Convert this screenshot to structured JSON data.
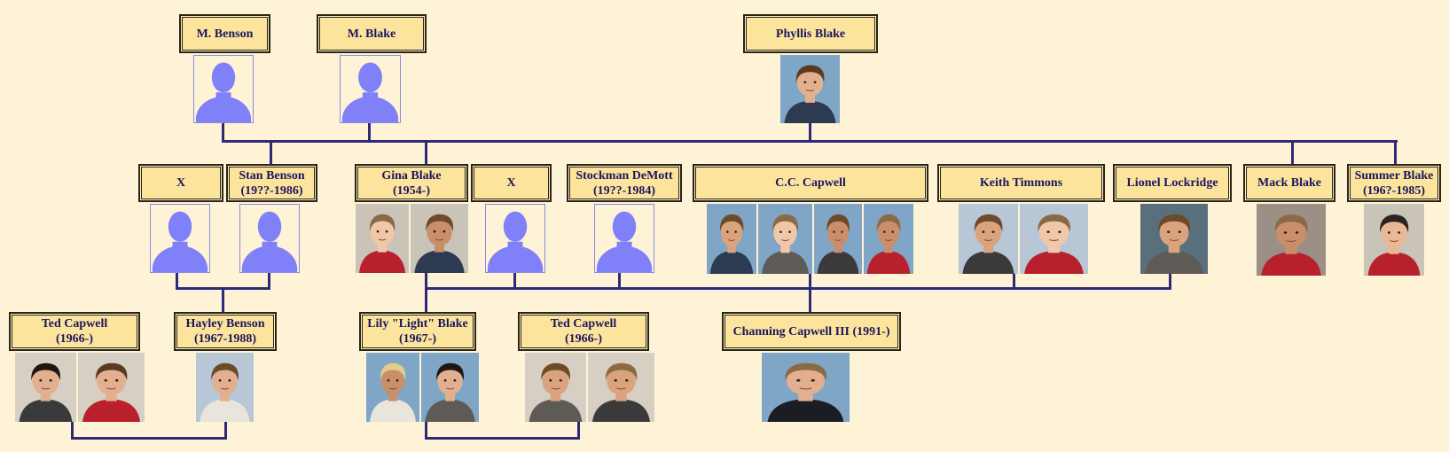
{
  "generations": [
    [
      {
        "key": "m-benson",
        "name": "M. Benson",
        "dates": "",
        "photo": "silhouette"
      },
      {
        "key": "m-blake",
        "name": "M. Blake",
        "dates": "",
        "photo": "silhouette"
      },
      {
        "key": "phyllis-blake",
        "name": "Phyllis Blake",
        "dates": "",
        "photo": "portrait"
      }
    ],
    [
      {
        "key": "x-1",
        "name": "X",
        "dates": "",
        "photo": "silhouette"
      },
      {
        "key": "stan-benson",
        "name": "Stan Benson",
        "dates": "(19??-1986)",
        "photo": "silhouette"
      },
      {
        "key": "gina-blake",
        "name": "Gina Blake",
        "dates": "(1954-)",
        "photo": "portraits"
      },
      {
        "key": "x-2",
        "name": "X",
        "dates": "",
        "photo": "silhouette"
      },
      {
        "key": "stockman-demott",
        "name": "Stockman DeMott",
        "dates": "(19??-1984)",
        "photo": "silhouette"
      },
      {
        "key": "cc-capwell",
        "name": "C.C. Capwell",
        "dates": "",
        "photo": "portraits"
      },
      {
        "key": "keith-timmons",
        "name": "Keith Timmons",
        "dates": "",
        "photo": "portraits"
      },
      {
        "key": "lionel-lockridge",
        "name": "Lionel Lockridge",
        "dates": "",
        "photo": "portrait"
      },
      {
        "key": "mack-blake",
        "name": "Mack Blake",
        "dates": "",
        "photo": "portrait"
      },
      {
        "key": "summer-blake",
        "name": "Summer Blake",
        "dates": "(196?-1985)",
        "photo": "portrait"
      }
    ],
    [
      {
        "key": "ted-capwell-1",
        "name": "Ted Capwell",
        "dates": "(1966-)",
        "photo": "portraits"
      },
      {
        "key": "hayley-benson",
        "name": "Hayley Benson",
        "dates": "(1967-1988)",
        "photo": "portrait"
      },
      {
        "key": "lily-blake",
        "name": "Lily \"Light\" Blake",
        "dates": "(1967-)",
        "photo": "portraits"
      },
      {
        "key": "ted-capwell-2",
        "name": "Ted Capwell",
        "dates": "(1966-)",
        "photo": "portraits"
      },
      {
        "key": "channing-capwell",
        "name": "Channing Capwell III (1991-)",
        "dates": "",
        "photo": "portrait"
      }
    ]
  ],
  "colors": {
    "background": "#fef3d6",
    "box_fill": "#fde49d",
    "box_border": "#2b2410",
    "name_text": "#1a1660",
    "connector": "#2e2a78",
    "silhouette": "#8080f8"
  }
}
